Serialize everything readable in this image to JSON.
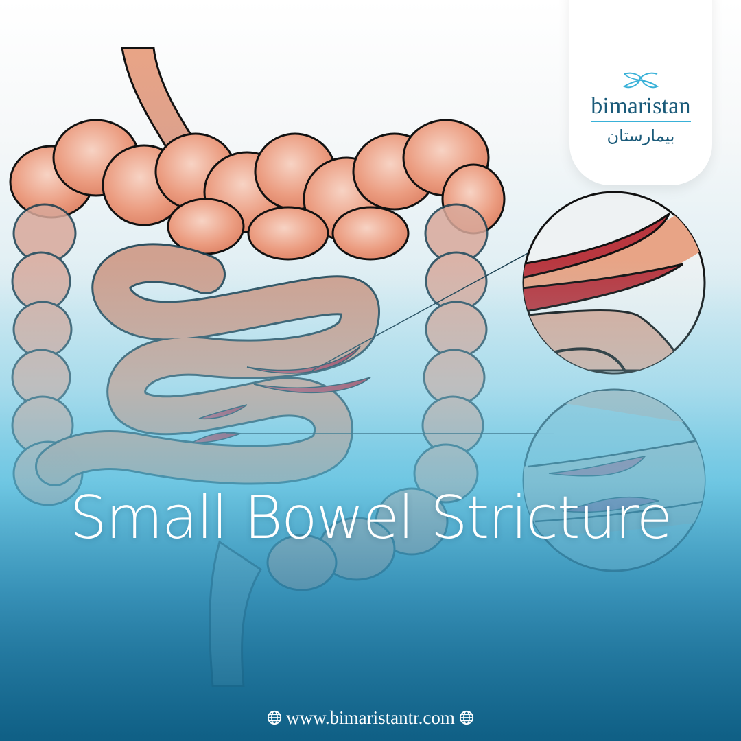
{
  "title": "Small Bowel Stricture",
  "logo": {
    "latin": "bimaristan",
    "arabic": "بيمارستان",
    "icon": "leaf-butterfly-icon"
  },
  "footer": {
    "url": "www.bimaristantr.com",
    "left_icon": "globe-icon",
    "right_icon": "globe-icon"
  },
  "colors": {
    "brand_dark": "#1b5b7a",
    "brand_accent": "#39b1d8",
    "intestine": "#e8957a",
    "stricture": "#b8404a",
    "bg_bottom": "#0f5f85"
  }
}
